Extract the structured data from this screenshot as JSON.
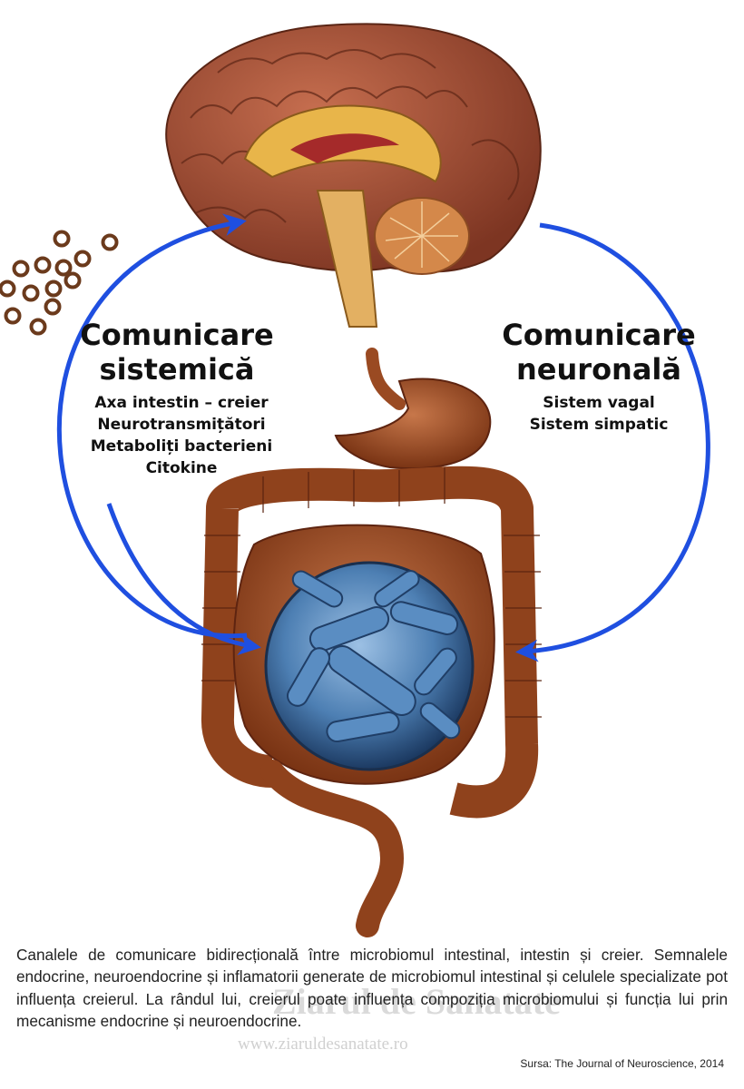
{
  "left_panel": {
    "title_line1": "Comunicare",
    "title_line2": "sistemică",
    "items": [
      "Axa intestin – creier",
      "Neurotransmițători",
      "Metaboliți bacterieni",
      "Citokine"
    ]
  },
  "right_panel": {
    "title_line1": "Comunicare",
    "title_line2": "neuronală",
    "items": [
      "Sistem vagal",
      "Sistem simpatic"
    ]
  },
  "caption": "Canalele de comunicare bidirecțională între microbiomul intestinal, intestin și creier. Semnalele endocrine, neuroendocrine și inflamatorii generate de microbiomul intestinal și celulele specializate pot influența creierul. La rândul lui, creierul poate influența compoziția microbiomului și funcția lui prin mecanisme endocrine și neuroendocrine.",
  "source": "Sursa: The Journal of Neuroscience, 2014",
  "watermark": {
    "name": "Ziarul de Sanatate",
    "url": "www.ziaruldesanatate.ro"
  },
  "colors": {
    "arrow": "#1f4fe0",
    "brain": "#a6543a",
    "intestine": "#9a4a22",
    "bacteria": "#3f6f9e"
  }
}
